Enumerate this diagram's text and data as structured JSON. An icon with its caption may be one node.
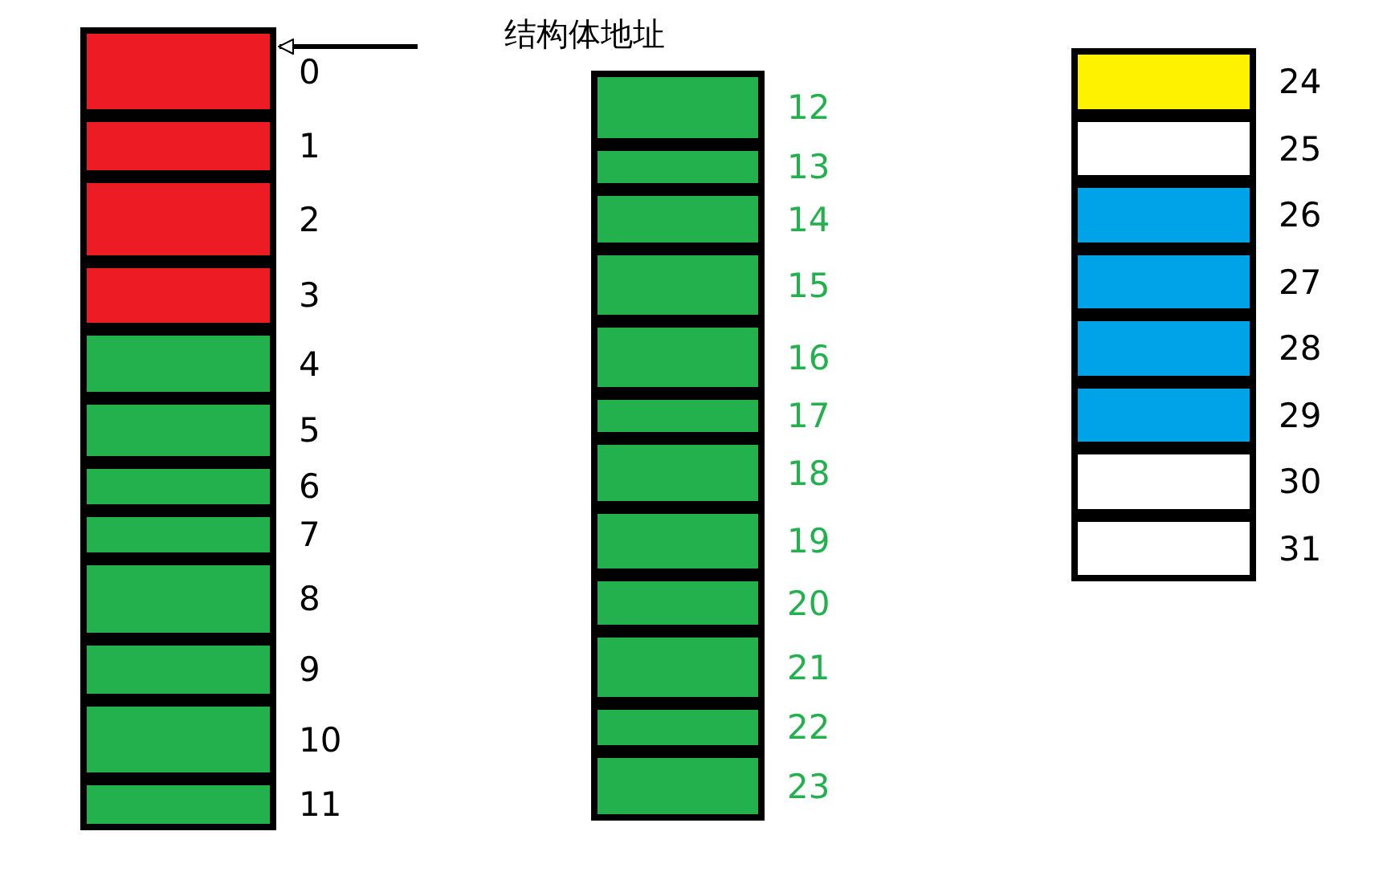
{
  "diagram": {
    "nodes": [
      {
        "text": [],
        "shape": "box",
        "beside": [
          "0"
        ]
      },
      {
        "text": [],
        "shape": "box",
        "beside": [
          "1"
        ]
      },
      {
        "text": [],
        "shape": "box",
        "beside": [
          "2"
        ]
      },
      {
        "text": [],
        "shape": "box",
        "beside": [
          "3"
        ]
      },
      {
        "text": [],
        "shape": "box",
        "beside": [
          "4"
        ]
      },
      {
        "text": [],
        "shape": "box",
        "beside": [
          "5"
        ]
      },
      {
        "text": [],
        "shape": "box",
        "beside": [
          "6"
        ]
      },
      {
        "text": [],
        "shape": "box",
        "beside": [
          "7"
        ]
      },
      {
        "text": [],
        "shape": "box",
        "beside": [
          "8"
        ]
      },
      {
        "text": [],
        "shape": "box",
        "beside": [
          "9"
        ]
      },
      {
        "text": [],
        "shape": "box",
        "beside": [
          "10"
        ]
      },
      {
        "text": [],
        "shape": "box",
        "beside": [
          "11"
        ]
      },
      {
        "text": [
          "结构体地址"
        ]
      },
      {
        "text": [],
        "shape": "box",
        "beside": [
          "12"
        ]
      },
      {
        "text": [],
        "shape": "box",
        "beside": [
          "13"
        ]
      },
      {
        "text": [],
        "shape": "box",
        "beside": [
          "14"
        ]
      },
      {
        "text": [],
        "shape": "box",
        "beside": [
          "15"
        ]
      },
      {
        "text": [],
        "shape": "box",
        "beside": [
          "16"
        ]
      },
      {
        "text": [],
        "shape": "box",
        "beside": [
          "17"
        ]
      },
      {
        "text": [],
        "shape": "box",
        "beside": [
          "18"
        ]
      },
      {
        "text": [],
        "shape": "box",
        "beside": [
          "19"
        ]
      },
      {
        "text": [],
        "shape": "box",
        "beside": [
          "20"
        ]
      },
      {
        "text": [],
        "shape": "box",
        "beside": [
          "21"
        ]
      },
      {
        "text": [],
        "shape": "box",
        "beside": [
          "22"
        ]
      },
      {
        "text": [],
        "shape": "box",
        "beside": [
          "23"
        ]
      },
      {
        "text": [],
        "shape": "box",
        "beside": [
          "24"
        ]
      },
      {
        "text": [],
        "shape": "box",
        "beside": [
          "25"
        ]
      },
      {
        "text": [],
        "shape": "box",
        "beside": [
          "26"
        ]
      },
      {
        "text": [],
        "shape": "box",
        "beside": [
          "27"
        ]
      },
      {
        "text": [],
        "shape": "box",
        "beside": [
          "28"
        ]
      },
      {
        "text": [],
        "shape": "box",
        "beside": [
          "29"
        ]
      },
      {
        "text": [],
        "shape": "box",
        "beside": [
          "30"
        ]
      },
      {
        "text": [],
        "shape": "box",
        "beside": [
          "31"
        ]
      }
    ],
    "edges": [
      {
        "from": 12,
        "to": 0,
        "arrow": "to"
      }
    ]
  }
}
